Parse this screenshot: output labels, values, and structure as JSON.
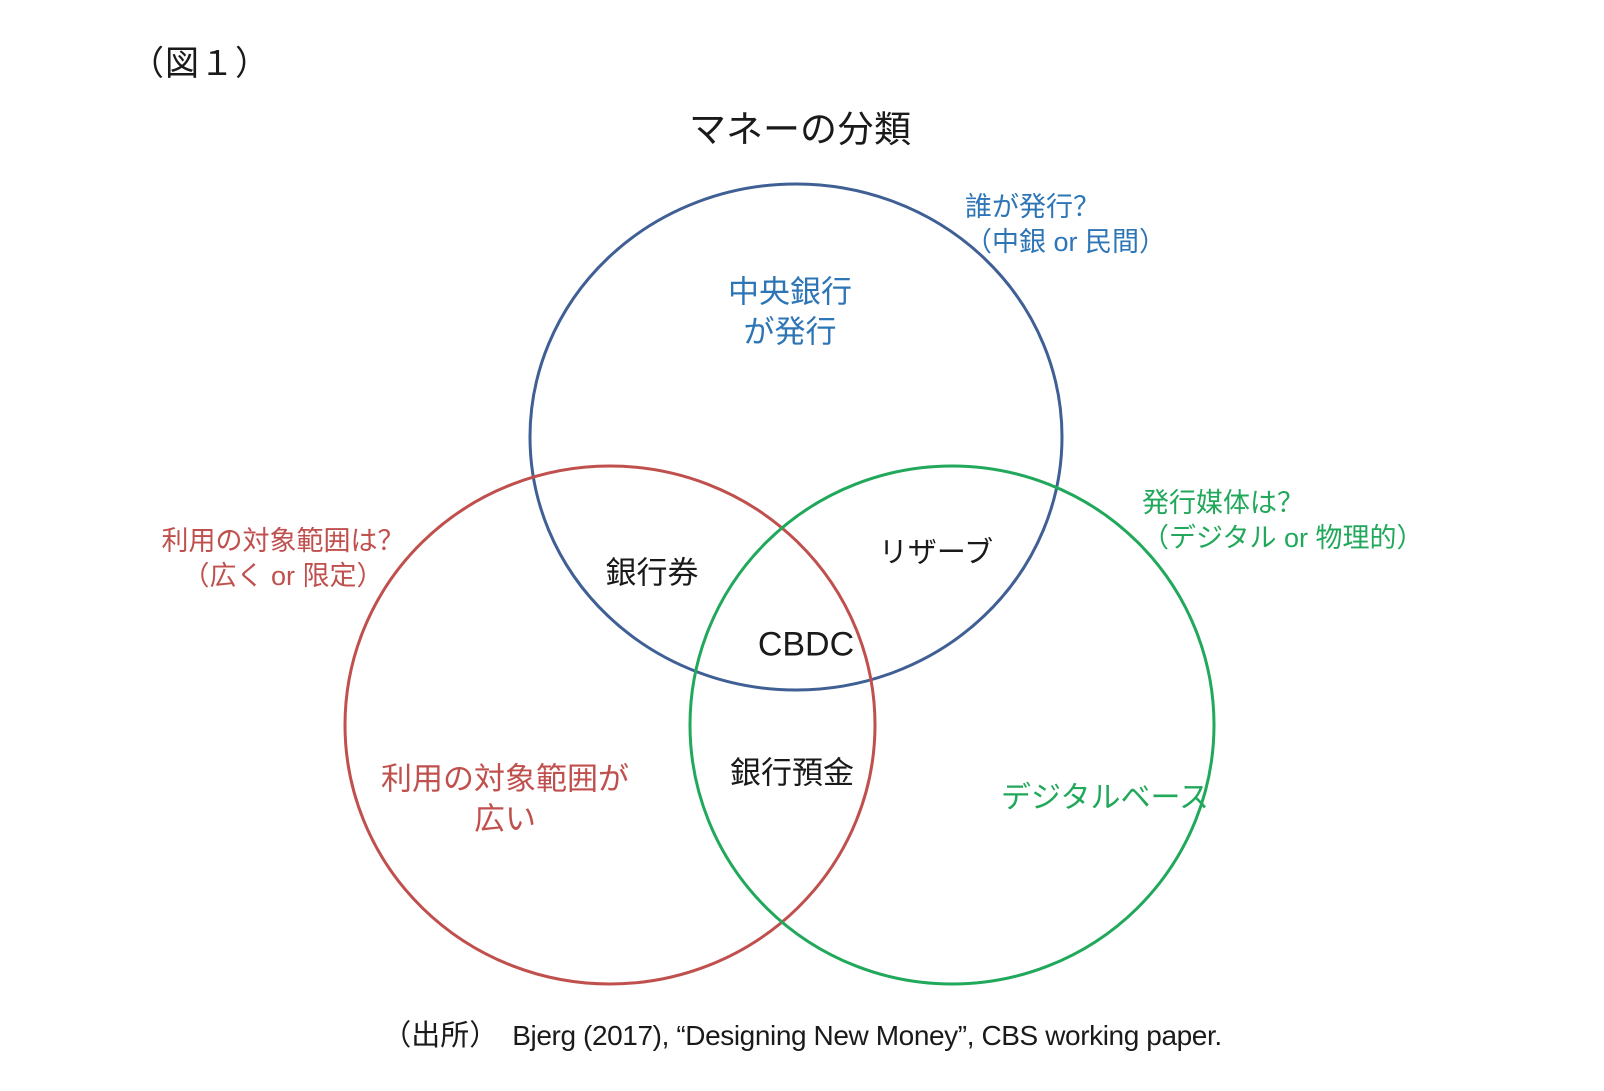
{
  "figure_label": "（図１）",
  "title": "マネーの分類",
  "colors": {
    "blue_circle": "#3F5F95",
    "red_circle": "#C0504D",
    "green_circle": "#21A85B",
    "blue_text": "#2E75B6",
    "red_text": "#C0504D",
    "green_text": "#21A85B",
    "black_text": "#1A1A1A"
  },
  "venn": {
    "blue": {
      "label_line1": "中央銀行",
      "label_line2": "が発行",
      "annotation_line1": "誰が発行？",
      "annotation_line2": "（中銀 or 民間）"
    },
    "red": {
      "label_line1": "利用の対象範囲が",
      "label_line2": "広い",
      "annotation_line1": "利用の対象範囲は？",
      "annotation_line2": "（広く or 限定）"
    },
    "green": {
      "label": "デジタルベース",
      "annotation_line1": "発行媒体は？",
      "annotation_line2": "（デジタル or 物理的）"
    },
    "intersections": {
      "blue_red": "銀行券",
      "blue_green": "リザーブ",
      "center": "CBDC",
      "red_green": "銀行預金"
    }
  },
  "source": {
    "prefix": "（出所）",
    "citation": "Bjerg (2017), “Designing New Money”, CBS working paper."
  }
}
